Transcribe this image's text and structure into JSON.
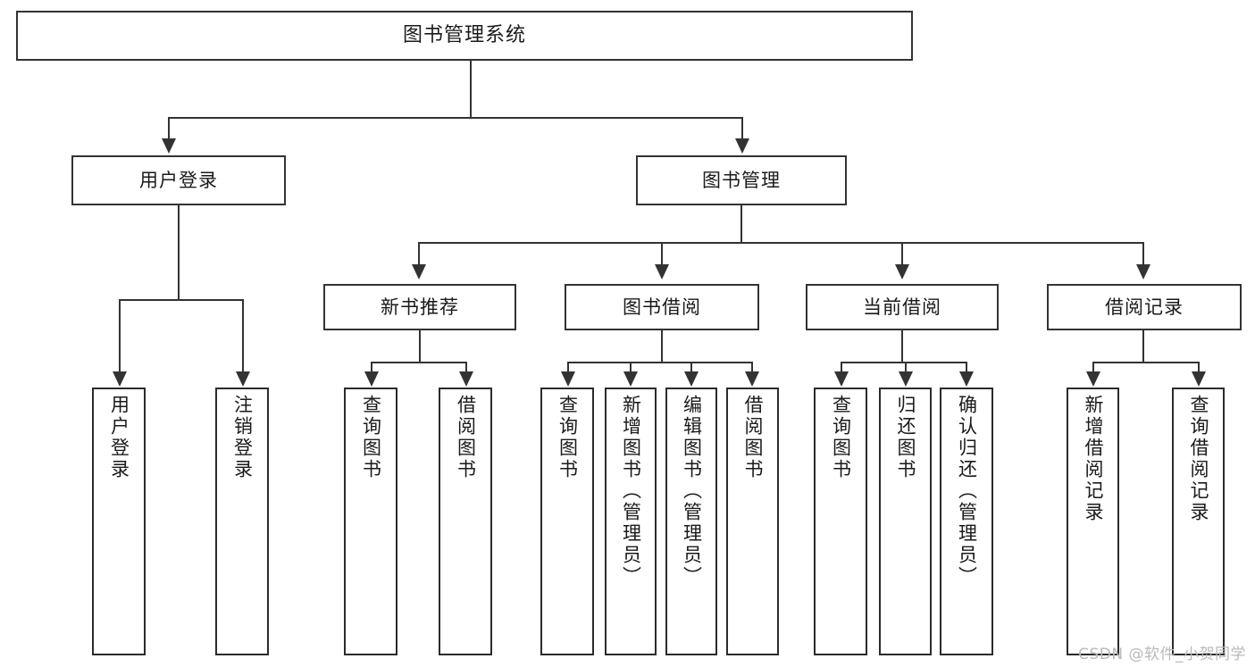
{
  "diagram": {
    "type": "tree",
    "title": "图书管理系统",
    "root": {
      "label": "图书管理系统"
    },
    "level2": [
      {
        "label": "用户登录"
      },
      {
        "label": "图书管理"
      }
    ],
    "level3": [
      {
        "label": "新书推荐"
      },
      {
        "label": "图书借阅"
      },
      {
        "label": "当前借阅"
      },
      {
        "label": "借阅记录"
      }
    ],
    "leaves": {
      "user_login": [
        {
          "label": "用户登录"
        },
        {
          "label": "注销登录"
        }
      ],
      "new_book_recommend": [
        {
          "label": "查询图书"
        },
        {
          "label": "借阅图书"
        }
      ],
      "book_borrow": [
        {
          "label": "查询图书"
        },
        {
          "label": "新增图书（管理员）"
        },
        {
          "label": "编辑图书（管理员）"
        },
        {
          "label": "借阅图书"
        }
      ],
      "current_borrow": [
        {
          "label": "查询图书"
        },
        {
          "label": "归还图书"
        },
        {
          "label": "确认归还（管理员）"
        }
      ],
      "borrow_records": [
        {
          "label": "新增借阅记录"
        },
        {
          "label": "查询借阅记录"
        }
      ]
    }
  },
  "watermark": {
    "text": "CSDN @软件_小贺同学"
  },
  "colors": {
    "border": "#333333",
    "text": "#1a1a1a",
    "background": "#ffffff",
    "watermark": "#b9b9b9"
  }
}
